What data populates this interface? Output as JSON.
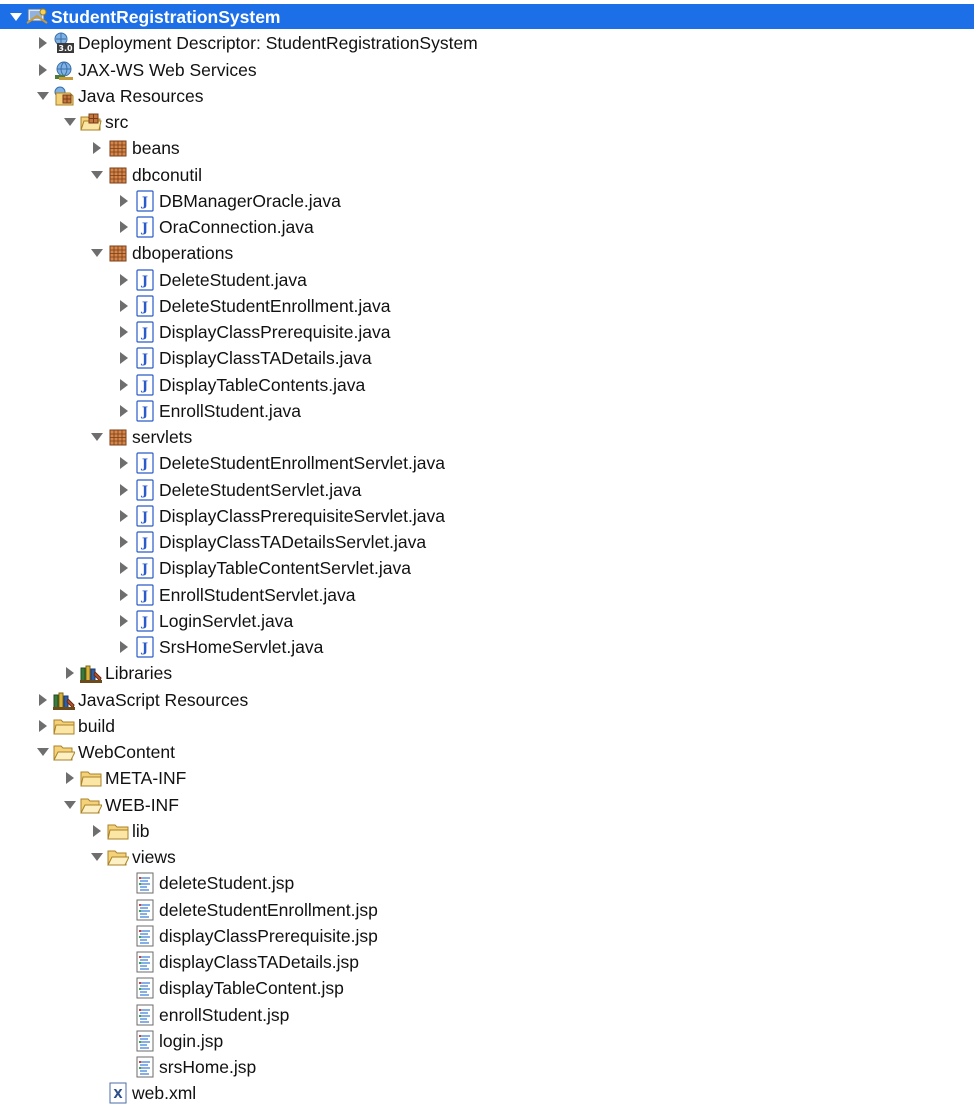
{
  "tree": [
    {
      "label": "StudentRegistrationSystem",
      "depth": 0,
      "toggle": "expanded",
      "icon": "project-icon",
      "selected": true
    },
    {
      "label": "Deployment Descriptor: StudentRegistrationSystem",
      "depth": 1,
      "toggle": "collapsed",
      "icon": "deployment-descriptor-icon"
    },
    {
      "label": "JAX-WS Web Services",
      "depth": 1,
      "toggle": "collapsed",
      "icon": "web-services-icon"
    },
    {
      "label": "Java Resources",
      "depth": 1,
      "toggle": "expanded",
      "icon": "java-resources-icon"
    },
    {
      "label": "src",
      "depth": 2,
      "toggle": "expanded",
      "icon": "source-folder-icon"
    },
    {
      "label": "beans",
      "depth": 3,
      "toggle": "collapsed",
      "icon": "package-icon"
    },
    {
      "label": "dbconutil",
      "depth": 3,
      "toggle": "expanded",
      "icon": "package-icon"
    },
    {
      "label": "DBManagerOracle.java",
      "depth": 4,
      "toggle": "collapsed",
      "icon": "java-file-icon"
    },
    {
      "label": "OraConnection.java",
      "depth": 4,
      "toggle": "collapsed",
      "icon": "java-file-icon"
    },
    {
      "label": "dboperations",
      "depth": 3,
      "toggle": "expanded",
      "icon": "package-icon"
    },
    {
      "label": "DeleteStudent.java",
      "depth": 4,
      "toggle": "collapsed",
      "icon": "java-file-icon"
    },
    {
      "label": "DeleteStudentEnrollment.java",
      "depth": 4,
      "toggle": "collapsed",
      "icon": "java-file-icon"
    },
    {
      "label": "DisplayClassPrerequisite.java",
      "depth": 4,
      "toggle": "collapsed",
      "icon": "java-file-icon"
    },
    {
      "label": "DisplayClassTADetails.java",
      "depth": 4,
      "toggle": "collapsed",
      "icon": "java-file-icon"
    },
    {
      "label": "DisplayTableContents.java",
      "depth": 4,
      "toggle": "collapsed",
      "icon": "java-file-icon"
    },
    {
      "label": "EnrollStudent.java",
      "depth": 4,
      "toggle": "collapsed",
      "icon": "java-file-icon"
    },
    {
      "label": "servlets",
      "depth": 3,
      "toggle": "expanded",
      "icon": "package-icon"
    },
    {
      "label": "DeleteStudentEnrollmentServlet.java",
      "depth": 4,
      "toggle": "collapsed",
      "icon": "java-file-icon"
    },
    {
      "label": "DeleteStudentServlet.java",
      "depth": 4,
      "toggle": "collapsed",
      "icon": "java-file-icon"
    },
    {
      "label": "DisplayClassPrerequisiteServlet.java",
      "depth": 4,
      "toggle": "collapsed",
      "icon": "java-file-icon"
    },
    {
      "label": "DisplayClassTADetailsServlet.java",
      "depth": 4,
      "toggle": "collapsed",
      "icon": "java-file-icon"
    },
    {
      "label": "DisplayTableContentServlet.java",
      "depth": 4,
      "toggle": "collapsed",
      "icon": "java-file-icon"
    },
    {
      "label": "EnrollStudentServlet.java",
      "depth": 4,
      "toggle": "collapsed",
      "icon": "java-file-icon"
    },
    {
      "label": "LoginServlet.java",
      "depth": 4,
      "toggle": "collapsed",
      "icon": "java-file-icon"
    },
    {
      "label": "SrsHomeServlet.java",
      "depth": 4,
      "toggle": "collapsed",
      "icon": "java-file-icon"
    },
    {
      "label": "Libraries",
      "depth": 2,
      "toggle": "collapsed",
      "icon": "libraries-icon"
    },
    {
      "label": "JavaScript Resources",
      "depth": 1,
      "toggle": "collapsed",
      "icon": "libraries-icon"
    },
    {
      "label": "build",
      "depth": 1,
      "toggle": "collapsed",
      "icon": "folder-icon"
    },
    {
      "label": "WebContent",
      "depth": 1,
      "toggle": "expanded",
      "icon": "folder-open-icon"
    },
    {
      "label": "META-INF",
      "depth": 2,
      "toggle": "collapsed",
      "icon": "folder-icon"
    },
    {
      "label": "WEB-INF",
      "depth": 2,
      "toggle": "expanded",
      "icon": "folder-open-icon"
    },
    {
      "label": "lib",
      "depth": 3,
      "toggle": "collapsed",
      "icon": "folder-icon"
    },
    {
      "label": "views",
      "depth": 3,
      "toggle": "expanded",
      "icon": "folder-open-icon"
    },
    {
      "label": "deleteStudent.jsp",
      "depth": 4,
      "toggle": "none",
      "icon": "jsp-file-icon"
    },
    {
      "label": "deleteStudentEnrollment.jsp",
      "depth": 4,
      "toggle": "none",
      "icon": "jsp-file-icon"
    },
    {
      "label": "displayClassPrerequisite.jsp",
      "depth": 4,
      "toggle": "none",
      "icon": "jsp-file-icon"
    },
    {
      "label": "displayClassTADetails.jsp",
      "depth": 4,
      "toggle": "none",
      "icon": "jsp-file-icon"
    },
    {
      "label": "displayTableContent.jsp",
      "depth": 4,
      "toggle": "none",
      "icon": "jsp-file-icon"
    },
    {
      "label": "enrollStudent.jsp",
      "depth": 4,
      "toggle": "none",
      "icon": "jsp-file-icon"
    },
    {
      "label": "login.jsp",
      "depth": 4,
      "toggle": "none",
      "icon": "jsp-file-icon"
    },
    {
      "label": "srsHome.jsp",
      "depth": 4,
      "toggle": "none",
      "icon": "jsp-file-icon"
    },
    {
      "label": "web.xml",
      "depth": 3,
      "toggle": "none",
      "icon": "xml-file-icon"
    }
  ],
  "colors": {
    "selection": "#1c6fe6",
    "twisty": "#6e6e6e",
    "folder": "#f0c35a",
    "package": "#b5653a",
    "java_file": "#2a5bc8"
  }
}
